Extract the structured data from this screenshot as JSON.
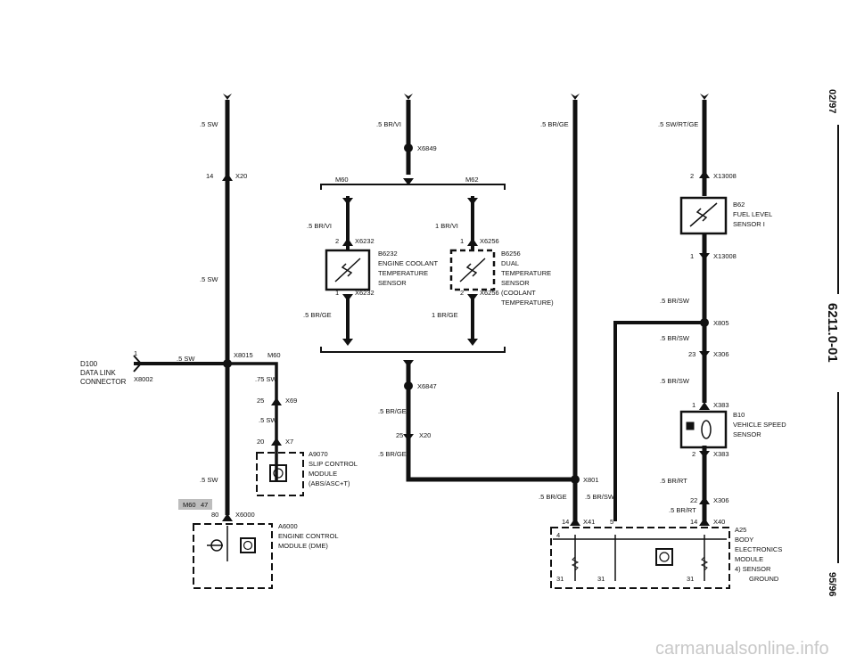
{
  "labels": {
    "w1_top": ".5 SW",
    "x20_num": "14",
    "x20": "X20",
    "w1_mid": ".5 SW",
    "x8015": "X8015",
    "m60_a": "M60",
    "pin1": "1",
    "w_data": ".5 SW",
    "d100_1": "D100",
    "d100_2": "DATA LINK",
    "d100_3": "CONNECTOR",
    "x8002": "X8002",
    "w_75": ".75 SW",
    "x69_num": "25",
    "x69": "X69",
    "w_5sw_b": ".5 SW",
    "x7_num": "20",
    "x7": "X7",
    "a9070_1": "A9070",
    "a9070_2": "SLIP CONTROL",
    "a9070_3": "MODULE",
    "a9070_4": "(ABS/ASC+T)",
    "w_left_low": ".5 SW",
    "m60_tag": "M60",
    "n47": "47",
    "x6000_num": "80",
    "x6000": "X6000",
    "a6000_1": "A6000",
    "a6000_2": "ENGINE CONTROL",
    "a6000_3": "MODULE (DME)",
    "w_brvi": ".5 BR/VI",
    "x6849": "X6849",
    "m60_top": "M60",
    "m62_top": "M62",
    "w_brvi_l": ".5 BR/VI",
    "w_brvi_r": "1 BR/VI",
    "x6232_num": "2",
    "x6232": "X6232",
    "x6256_num": "1",
    "x6256": "X6256",
    "b6232_1": "B6232",
    "b6232_2": "ENGINE COOLANT",
    "b6232_3": "TEMPERATURE",
    "b6232_4": "SENSOR",
    "x6232b_num": "1",
    "x6232b": "X6232",
    "b6256_1": "B6256",
    "b6256_2": "DUAL",
    "b6256_3": "TEMPERATURE",
    "b6256_4": "SENSOR",
    "b6256_5": "(COOLANT",
    "b6256_6": "TEMPERATURE)",
    "x6256b_num": "2",
    "x6256b": "X6256",
    "w_brge_l": ".5 BR/GE",
    "w_brge_r": "1 BR/GE",
    "x6847": "X6847",
    "w_brge_c": ".5 BR/GE",
    "x20b_num": "25",
    "x20b": "X20",
    "w_brge_c2": ".5 BR/GE",
    "w_brge_top3": ".5 BR/GE",
    "x801": "X801",
    "w_brge_801": ".5 BR/GE",
    "w_brsw_801": ".5 BR/SW",
    "x41_num": "14",
    "x41": "X41",
    "pin5": "5",
    "w_swrtge": ".5 SW/RT/GE",
    "x13008_num": "2",
    "x13008": "X13008",
    "b62_1": "B62",
    "b62_2": "FUEL LEVEL",
    "b62_3": "SENSOR I",
    "x13008b_num": "1",
    "x13008b": "X13008",
    "w_brsw1": ".5 BR/SW",
    "x805": "X805",
    "w_brsw2": ".5 BR/SW",
    "x306_num": "23",
    "x306": "X306",
    "w_brsw3": ".5 BR/SW",
    "x383_num": "1",
    "x383": "X383",
    "b10_1": "B10",
    "b10_2": "VEHICLE SPEED",
    "b10_3": "SENSOR",
    "x383b_num": "2",
    "x383b": "X383",
    "w_brrt1": ".5 BR/RT",
    "x306b_num": "22",
    "x306b": "X306",
    "w_brrt2": ".5 BR/RT",
    "x40_num": "14",
    "x40": "X40",
    "a25_1": "A25",
    "a25_2": "BODY",
    "a25_3": "ELECTRONICS",
    "a25_4": "MODULE",
    "a25_5": "4)  SENSOR",
    "a25_6": "GROUND",
    "pin4": "4",
    "g31a": "31",
    "g31b": "31",
    "g31c": "31"
  },
  "side": {
    "date": "02/97",
    "code": "6211.0-01",
    "year": "95/96"
  },
  "watermark": "carmanualsonline.info"
}
